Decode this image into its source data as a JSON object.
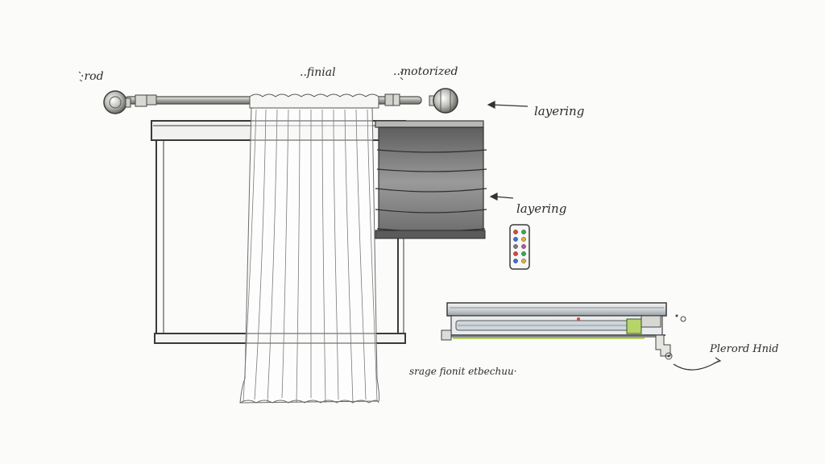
{
  "labels": {
    "rod": "·rod",
    "finial": "..finial",
    "motorized": "..motorized",
    "layering_top": "layering",
    "layering_mid": "layering",
    "motor_note": "srage fionit etbechuu·",
    "track_note": "Plerord Hnid"
  },
  "colors": {
    "ink": "#2b2b2b",
    "rod_metal": "#8a8a86",
    "shade_fill": "#8e8e8e",
    "track_green": "#b6d46a",
    "paper": "#fbfbfa"
  },
  "remote": {
    "button_colors": [
      "#d64b3b",
      "#3aa655",
      "#3a6fd6",
      "#e0b23a",
      "#7a7a7a",
      "#c44f9e"
    ]
  }
}
